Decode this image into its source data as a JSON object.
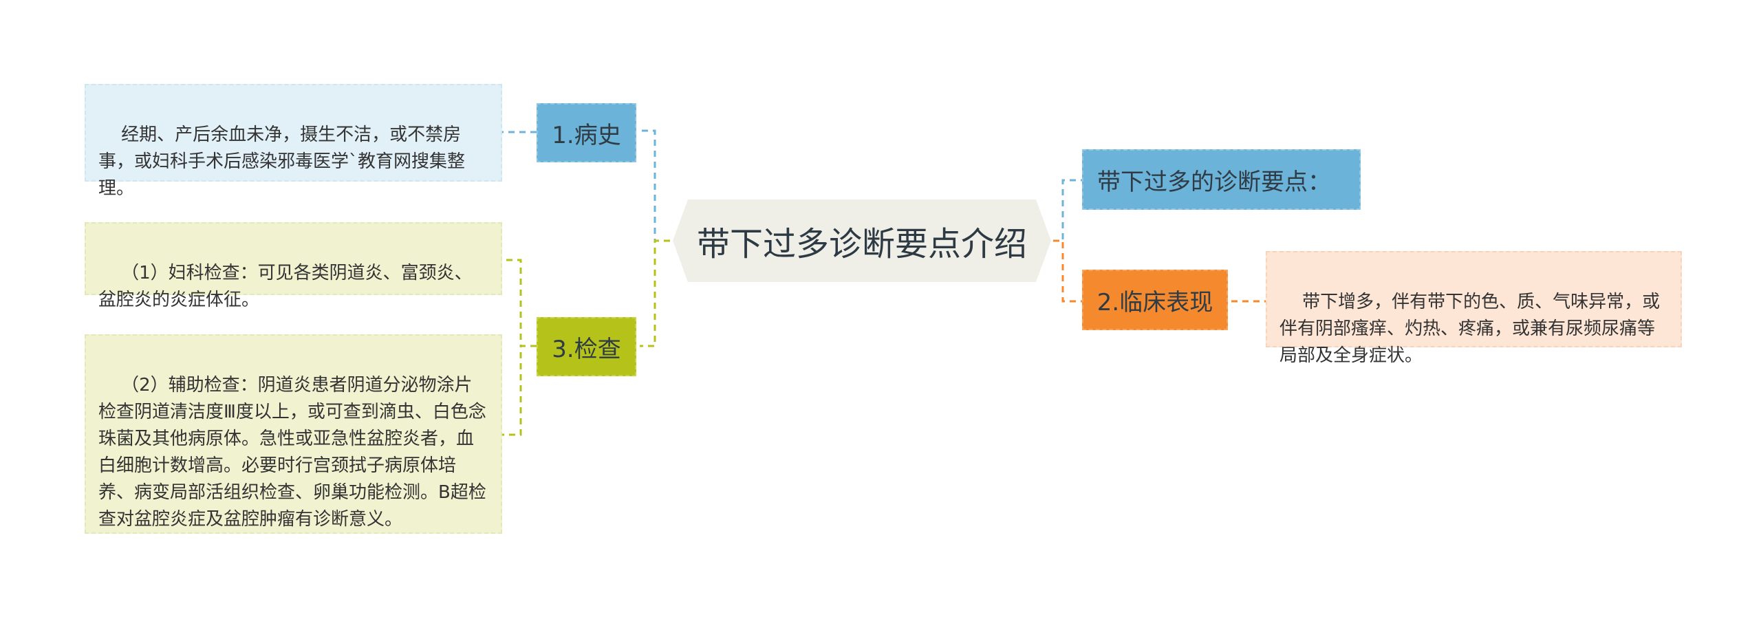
{
  "center": {
    "title": "带下过多诊断要点介绍"
  },
  "branches": [
    {
      "id": "history",
      "label": "1.病史",
      "color": "#6cb3d9",
      "leaves": [
        "经期、产后余血未净，摄生不洁，或不禁房事，或妇科手术后感染邪毒医学`教育网搜集整理。"
      ]
    },
    {
      "id": "exam",
      "label": "3.检查",
      "color": "#b5c21a",
      "leaves": [
        "（1）妇科检查：可见各类阴道炎、富颈炎、盆腔炎的炎症体征。",
        "（2）辅助检查：阴道炎患者阴道分泌物涂片检查阴道清洁度Ⅲ度以上，或可查到滴虫、白色念珠菌及其他病原体。急性或亚急性盆腔炎者，血白细胞计数增高。必要时行宫颈拭子病原体培养、病变局部活组织检查、卵巢功能检测。B超检查对盆腔炎症及盆腔肿瘤有诊断意义。"
      ]
    },
    {
      "id": "points",
      "label": "带下过多的诊断要点：",
      "color": "#6cb3d9",
      "leaves": []
    },
    {
      "id": "clinical",
      "label": "2.临床表现",
      "color": "#f5892e",
      "leaves": [
        "带下增多，伴有带下的色、质、气味异常，或伴有阴部瘙痒、灼热、疼痛，或兼有尿频尿痛等局部及全身症状。"
      ]
    }
  ],
  "colors": {
    "center_fill": "#efefe8",
    "blue_leaf_fill": "#e2f0f8",
    "green_leaf_fill": "#f1f3d0",
    "orange_leaf_fill": "#fde6d6"
  }
}
